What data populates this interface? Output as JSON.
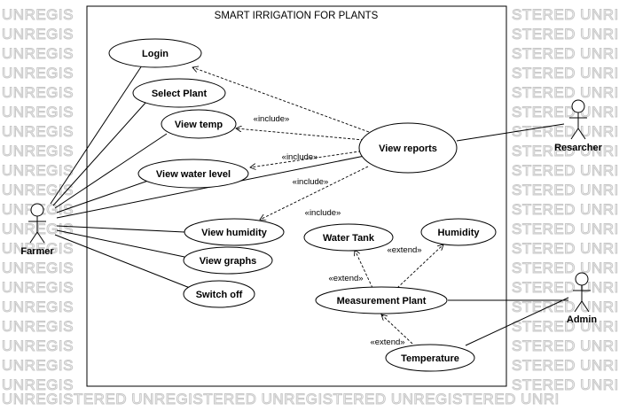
{
  "watermark": {
    "row_text": "UNREGISTERED UNREGISTERED UNREGISTERED UNREGISTERED UNREGISTERED",
    "left_fragment": "UNREGIS",
    "right_fragment": "STERED UNRI",
    "bottom_text": "UNREGISTERED UNREGISTERED UNREGISTERED UNREGISTERED UNRI"
  },
  "system": {
    "title": "SMART IRRIGATION FOR PLANTS"
  },
  "actors": {
    "farmer": "Farmer",
    "researcher": "Resarcher",
    "admin": "Admin"
  },
  "use_cases": {
    "login": "Login",
    "select_plant": "Select Plant",
    "view_temp": "View temp",
    "view_water_level": "View water level",
    "view_humidity": "View humidity",
    "view_graphs": "View graphs",
    "switch_off": "Switch off",
    "view_reports": "View reports",
    "water_tank": "Water Tank",
    "humidity": "Humidity",
    "measurement_plant": "Measurement Plant",
    "temperature": "Temperature"
  },
  "relationships": {
    "include_1": "«include»",
    "include_2": "«include»",
    "include_3": "«include»",
    "include_4": "«include»",
    "extend_1": "«extend»",
    "extend_2": "«extend»",
    "extend_3": "«extend»"
  },
  "colors": {
    "line": "#000000",
    "watermark_outline": "#c7c7c7",
    "background": "#ffffff"
  }
}
